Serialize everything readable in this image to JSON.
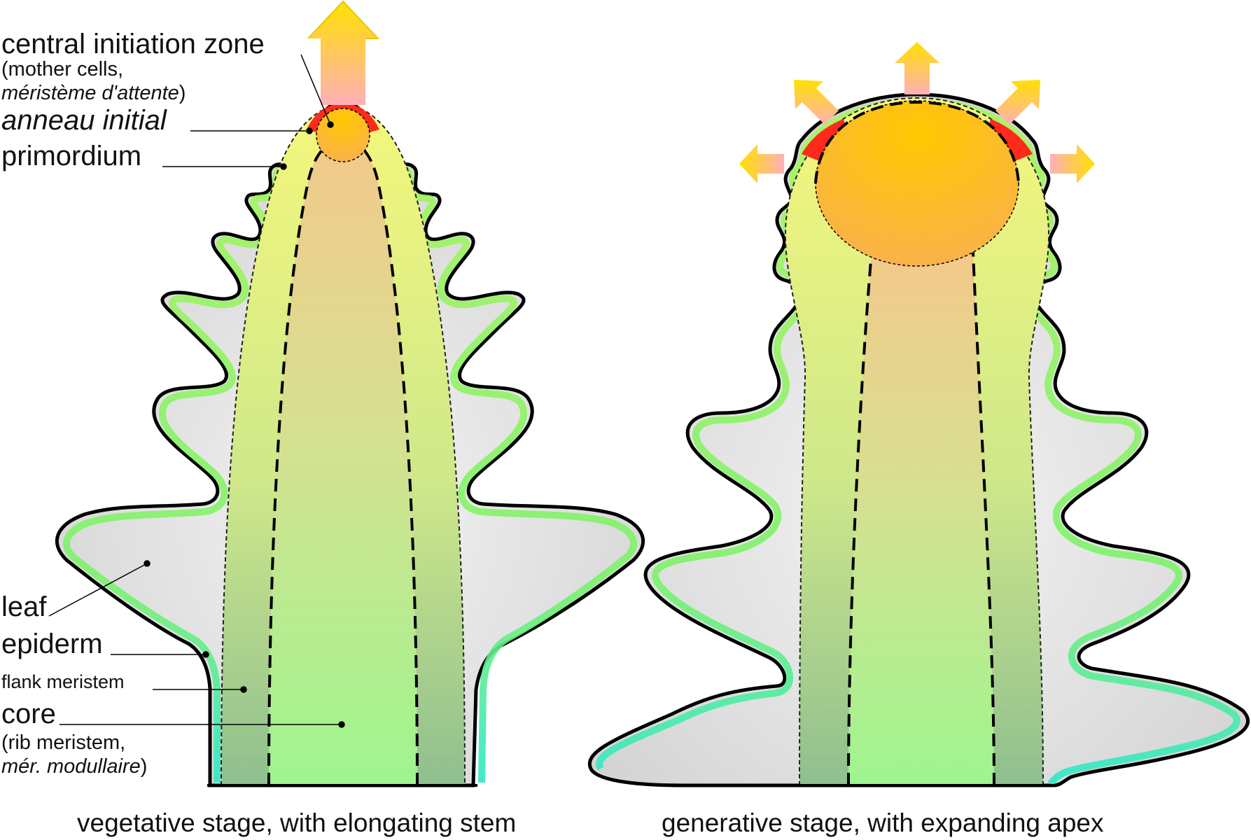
{
  "left_panel": {
    "caption": "vegetative stage, with elongating stem"
  },
  "right_panel": {
    "caption": "generative stage, with expanding apex"
  },
  "labels": {
    "central_zone": "central initiation zone",
    "central_zone_note_1": "(mother cells,",
    "central_zone_note_2": "méristème d'attente",
    "central_zone_note_2_close": ")",
    "anneau": "anneau initial",
    "primordium": "primordium",
    "leaf": "leaf",
    "epiderm": "epiderm",
    "flank": "flank meristem",
    "core": "core",
    "core_note_1": "(rib meristem,",
    "core_note_2": "mér. modullaire",
    "core_note_2_close": ")"
  },
  "colors": {
    "outline": "#000000",
    "leaf_fill": "#d9d9d9",
    "epiderm": "#7cf26a",
    "epiderm_base": "#33e8c0",
    "flank_top": "#f2f57a",
    "core_bottom": "#9ef58f",
    "apex_orange": "#ffb21f",
    "initial_ring": "#ff2a1c",
    "arrow_yellow": "#ffe000",
    "arrow_pink": "#ffb8b8"
  }
}
